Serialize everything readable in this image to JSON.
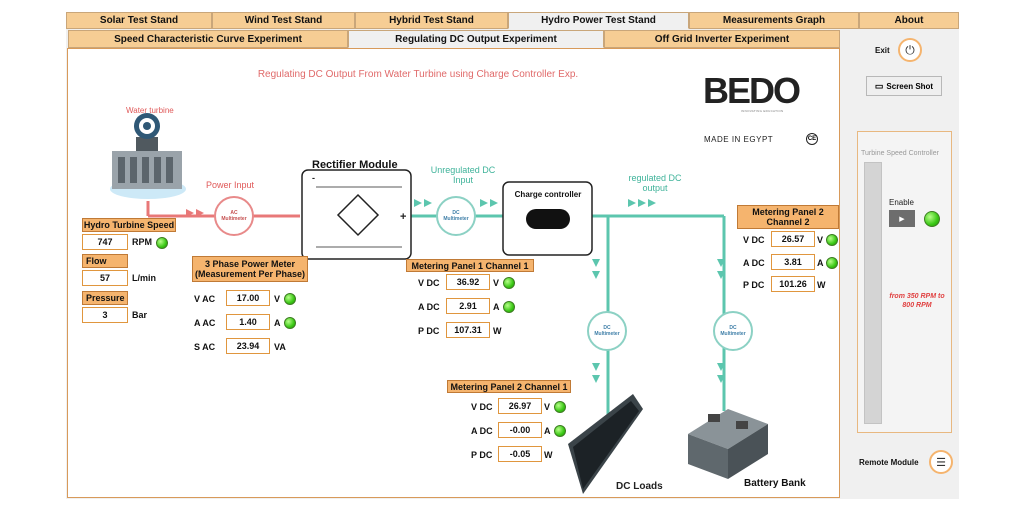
{
  "main_tabs": [
    {
      "label": "Solar Test Stand",
      "active": false
    },
    {
      "label": "Wind Test Stand",
      "active": false
    },
    {
      "label": "Hybrid Test Stand",
      "active": false
    },
    {
      "label": "Hydro Power Test Stand",
      "active": true
    },
    {
      "label": "Measurements Graph",
      "active": false
    },
    {
      "label": "About",
      "active": false
    }
  ],
  "sub_tabs": [
    {
      "label": "Speed Characteristic Curve Experiment",
      "active": false
    },
    {
      "label": "Regulating DC Output Experiment",
      "active": true
    },
    {
      "label": "Off Grid Inverter Experiment",
      "active": false
    }
  ],
  "experiment_title": "Regulating DC Output From Water Turbine using Charge Controller Exp.",
  "brand": {
    "logo_text": "BEDO",
    "tagline": "INNOVATING EDUCATION",
    "made_in": "MADE IN EGYPT",
    "mark": "CE"
  },
  "diagram": {
    "water_turbine": "Water turbine",
    "power_input": "Power Input",
    "rectifier_module": "Rectifier Module",
    "unregulated_dc_input": "Unregulated DC Input",
    "charge_controller": "Charge controller",
    "regulated_dc_output": "regulated DC output",
    "dc_loads": "DC Loads",
    "battery_bank": "Battery Bank",
    "ac_meter": [
      "AC",
      "Multimeter"
    ],
    "dc_meter": [
      "DC",
      "Multimeter"
    ]
  },
  "turbine_readings": {
    "speed_title": "Hydro Turbine Speed",
    "speed_value": "747",
    "speed_unit": "RPM",
    "flow_title": "Flow",
    "flow_value": "57",
    "flow_unit": "L/min",
    "pressure_title": "Pressure",
    "pressure_value": "3",
    "pressure_unit": "Bar"
  },
  "three_phase_meter": {
    "title": "3 Phase Power Meter (Measurement Per Phase)",
    "rows": [
      {
        "label": "V AC",
        "value": "17.00",
        "unit": "V",
        "led": true
      },
      {
        "label": "A AC",
        "value": "1.40",
        "unit": "A",
        "led": true
      },
      {
        "label": "S AC",
        "value": "23.94",
        "unit": "VA",
        "led": false
      }
    ]
  },
  "panel1_ch1": {
    "title": "Metering Panel 1 Channel 1",
    "rows": [
      {
        "label": "V DC",
        "value": "36.92",
        "unit": "V",
        "led": true
      },
      {
        "label": "A DC",
        "value": "2.91",
        "unit": "A",
        "led": true
      },
      {
        "label": "P DC",
        "value": "107.31",
        "unit": "W",
        "led": false
      }
    ]
  },
  "panel2_ch1": {
    "title": "Metering Panel 2 Channel 1",
    "rows": [
      {
        "label": "V DC",
        "value": "26.97",
        "unit": "V",
        "led": true
      },
      {
        "label": "A DC",
        "value": "-0.00",
        "unit": "A",
        "led": true
      },
      {
        "label": "P DC",
        "value": "-0.05",
        "unit": "W",
        "led": false
      }
    ]
  },
  "panel2_ch2": {
    "title": "Metering Panel 2 Channel 2",
    "rows": [
      {
        "label": "V DC",
        "value": "26.57",
        "unit": "V",
        "led": true
      },
      {
        "label": "A DC",
        "value": "3.81",
        "unit": "A",
        "led": true
      },
      {
        "label": "P DC",
        "value": "101.26",
        "unit": "W",
        "led": false
      }
    ]
  },
  "right_pane": {
    "exit_label": "Exit",
    "screenshot_label": "Screen Shot",
    "speed_controller_title": "Turbine Speed Controller",
    "enable_label": "Enable",
    "range_text": "from 350 RPM to 800 RPM",
    "remote_module_label": "Remote Module"
  },
  "colors": {
    "accent_orange": "#f5b46e",
    "power_red": "#e87878",
    "dc_green": "#5cc6ae",
    "led_green": "#39c714"
  }
}
